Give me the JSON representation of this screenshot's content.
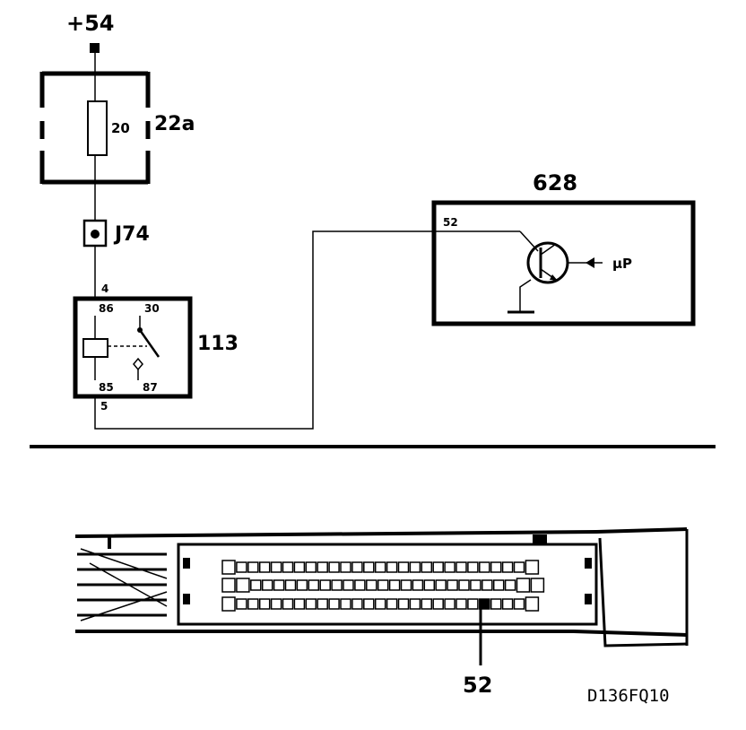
{
  "supply": {
    "label": "+54"
  },
  "fuse": {
    "value": "20",
    "ref": "22a"
  },
  "junction": {
    "ref": "J74"
  },
  "relay": {
    "ref": "113",
    "pin_in_top": "4",
    "pin_86": "86",
    "pin_30": "30",
    "pin_85": "85",
    "pin_87": "87",
    "pin_out_bottom": "5"
  },
  "control_unit": {
    "ref": "628",
    "pin": "52",
    "signal": "µP"
  },
  "connector": {
    "callout_pin": "52"
  },
  "figure": {
    "code": "D136FQ10"
  }
}
